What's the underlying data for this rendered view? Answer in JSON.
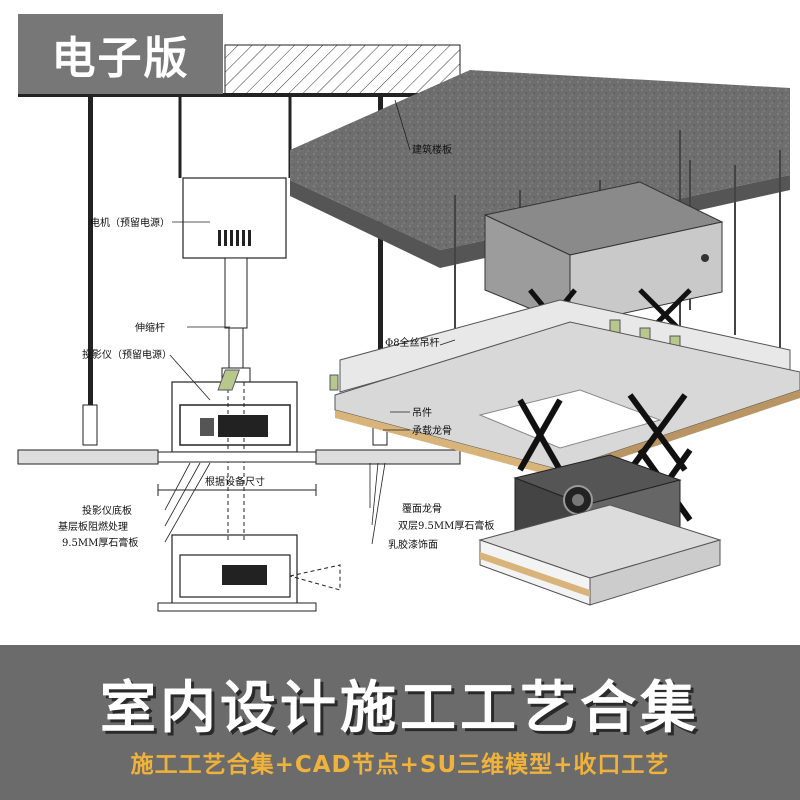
{
  "badge": {
    "text": "电子版"
  },
  "banner": {
    "title": "室内设计施工工艺合集",
    "subtitle": "施工工艺合集+CAD节点+SU三维模型+收口工艺",
    "text_color": "#ffffff",
    "subtitle_color": "#f0b23a",
    "background": "#6b6b6b"
  },
  "drawing_labels": {
    "motor": "电机（预留电源）",
    "telescopic_rod": "伸缩杆",
    "projector": "投影仪（预留电源）",
    "device_size": "根据设备尺寸",
    "base_plate": "投影仪底板",
    "fireproof": "基层板阻燃处理",
    "gypsum": "9.5MM厚石膏板",
    "cover_keel": "覆面龙骨",
    "double_gypsum": "双层9.5MM厚石膏板",
    "latex_paint": "乳胶漆饰面"
  },
  "model_labels": {
    "floor_slab": "建筑楼板",
    "hanger_rod": "Φ8全丝吊杆",
    "hanger": "吊件",
    "bearing_keel": "承载龙骨"
  },
  "colors": {
    "concrete": "#6e6e6e",
    "keel": "#b7c88a",
    "plywood": "#d9b47a"
  }
}
